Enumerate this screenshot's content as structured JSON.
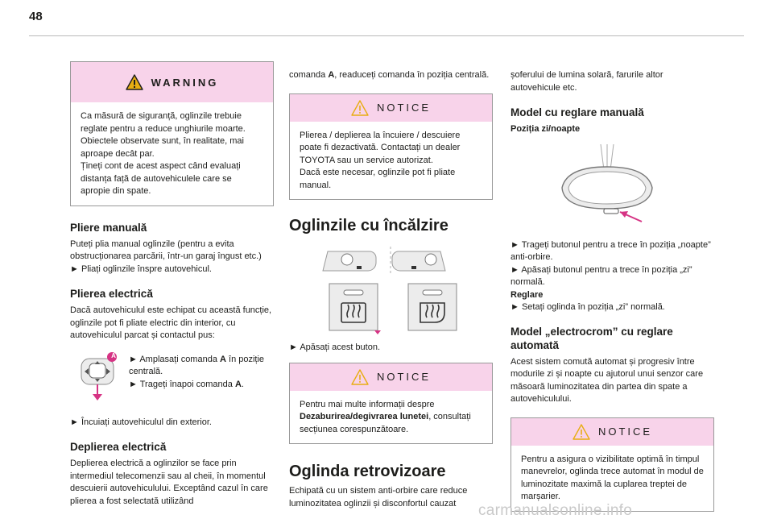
{
  "page_number": "48",
  "watermark": "carmanualsonline.info",
  "col1": {
    "warning": {
      "title": "WARNING",
      "text": [
        "Ca măsură de siguranță, oglinzile trebuie reglate pentru a reduce unghiurile moarte.",
        "Obiectele observate sunt, în realitate, mai aproape decât par.",
        "Țineți cont de acest aspect când evaluați distanța față de autovehiculele care se apropie din spate."
      ]
    },
    "pliere_manuala": {
      "heading": "Pliere manuală",
      "text": "Puteți plia manual oglinzile (pentru a evita obstrucționarea parcării, într-un garaj îngust etc.)",
      "step": "► Pliați oglinzile înspre autovehicul."
    },
    "pliere_electrica": {
      "heading": "Plierea electrică",
      "text": "Dacă autovehiculul este echipat cu această funcție, oglinzile pot fi pliate electric din interior, cu autovehiculul parcat și contactul pus:",
      "step1_pre": "► Amplasați comanda ",
      "step1_bold": "A",
      "step1_post": " în poziție centrală.",
      "step2_pre": "► Trageți înapoi comanda ",
      "step2_bold": "A",
      "step2_post": ".",
      "label_a": "A",
      "step3": "► Încuiați autovehiculul din exterior."
    },
    "depliere": {
      "heading": "Deplierea electrică",
      "text": "Deplierea electrică a oglinzilor se face prin intermediul telecomenzii sau al cheii, în momentul descuierii autovehiculului. Exceptând cazul în care plierea a fost selectată utilizând"
    }
  },
  "col2": {
    "cont_pre": "comanda ",
    "cont_bold": "A",
    "cont_post": ", readuceți comanda în poziția centrală.",
    "notice1": {
      "title": "NOTICE",
      "text": [
        "Plierea / deplierea la încuiere / descuiere poate fi dezactivată. Contactați un dealer TOYOTA sau un service autorizat.",
        "Dacă este necesar, oglinzile pot fi pliate manual."
      ]
    },
    "heated_heading": "Oglinzile cu încălzire",
    "step": "► Apăsați acest buton.",
    "notice2": {
      "title": "NOTICE",
      "text_pre": "Pentru mai multe informații despre ",
      "text_bold": "Dezaburirea/degivrarea lunetei",
      "text_post": ", consultați secțiunea corespunzătoare."
    },
    "mirror_heading": "Oglinda retrovizoare",
    "mirror_text": "Echipată cu un sistem anti-orbire care reduce luminozitatea oglinzii și disconfortul cauzat"
  },
  "col3": {
    "cont": "șoferului de lumina solară, farurile altor autovehicule etc.",
    "manual_heading": "Model cu reglare manuală",
    "pos_heading": "Poziția zi/noapte",
    "step1": "► Trageți butonul pentru a trece în poziția „noapte” anti-orbire.",
    "step2": "► Apăsați butonul pentru a trece în poziția „zi” normală.",
    "reglare": "Reglare",
    "step3": "► Setați oglinda în poziția „zi” normală.",
    "electro_heading": "Model „electrocrom” cu reglare automată",
    "electro_text": "Acest sistem comută automat și progresiv între modurile zi și noapte cu ajutorul unui senzor care măsoară luminozitatea din partea din spate a autovehiculului.",
    "notice3": {
      "title": "NOTICE",
      "text": "Pentru a asigura o vizibilitate optimă în timpul manevrelor, oglinda trece automat în modul de luminozitate maximă la cuplarea treptei de marșarier."
    }
  },
  "colors": {
    "pink": "#f8d3ea",
    "accent": "#d63384"
  }
}
